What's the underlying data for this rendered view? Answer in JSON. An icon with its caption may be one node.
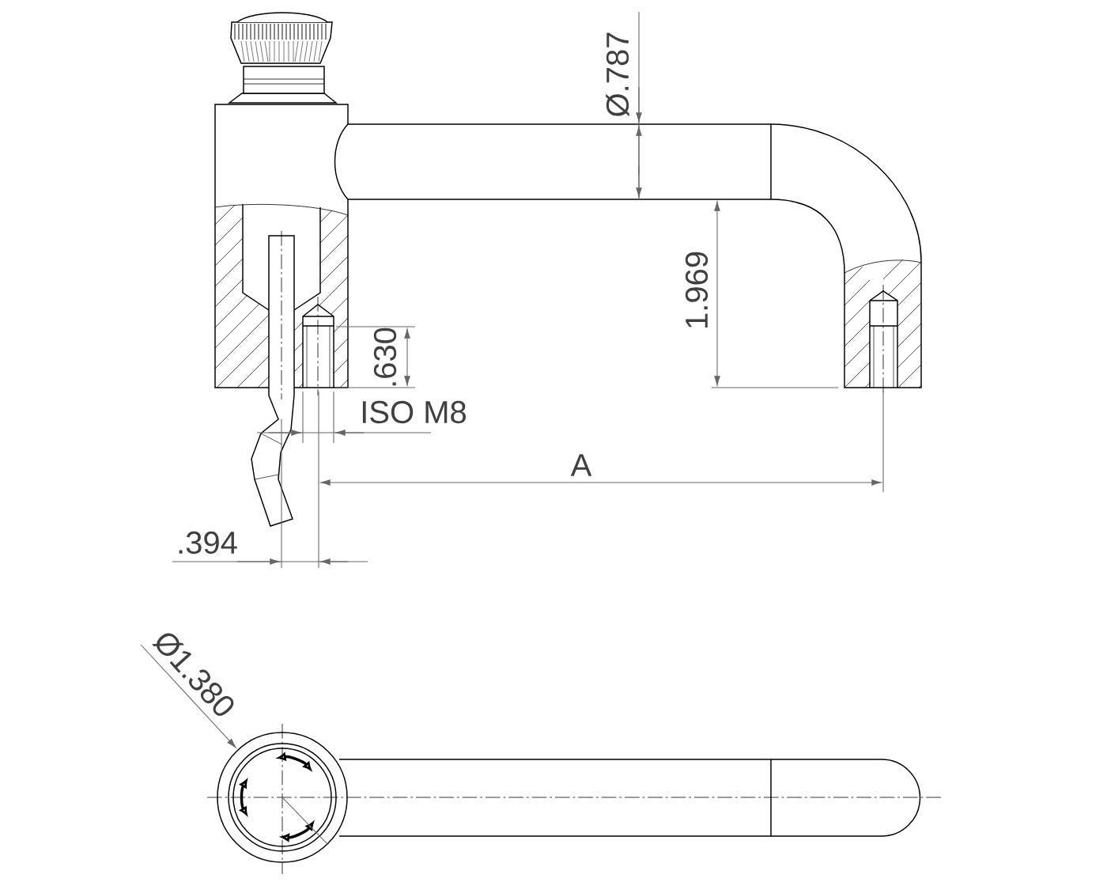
{
  "diagram": {
    "labels": [
      "Ø.787",
      "1.969",
      ".630",
      "ISO M8",
      "A",
      ".394",
      "Ø1.380"
    ]
  }
}
